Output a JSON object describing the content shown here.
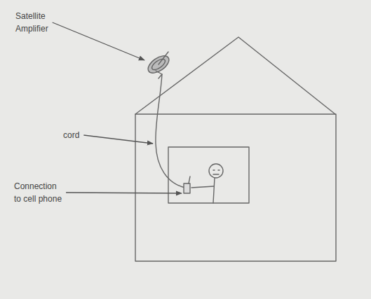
{
  "diagram": {
    "labels": [
      "Satellite Amplifier",
      "cord",
      "Connection to cell phone"
    ]
  }
}
